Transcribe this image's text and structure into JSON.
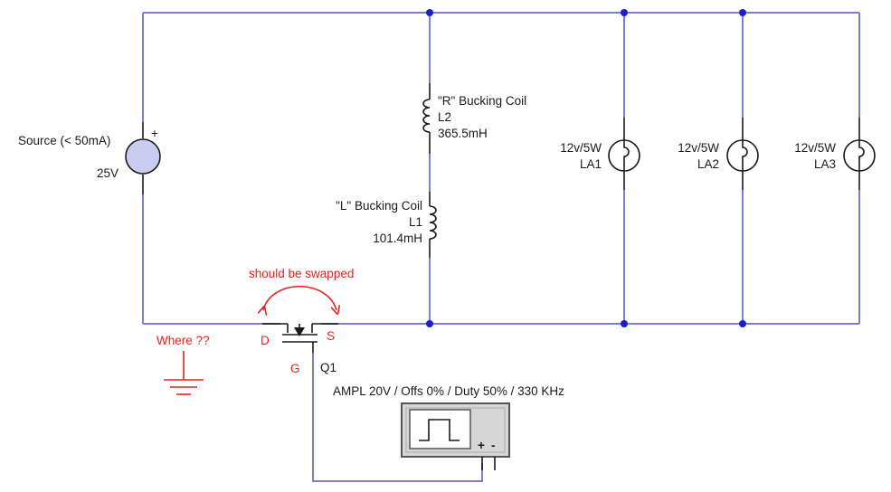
{
  "source": {
    "name": "Source (< 50mA)",
    "voltage": "25V",
    "plus": "+"
  },
  "coil_r": {
    "name": "\"R\" Bucking Coil",
    "ref": "L2",
    "value": "365.5mH"
  },
  "coil_l": {
    "name": "\"L\" Bucking Coil",
    "ref": "L1",
    "value": "101.4mH"
  },
  "lamps": [
    {
      "rating": "12v/5W",
      "ref": "LA1"
    },
    {
      "rating": "12v/5W",
      "ref": "LA2"
    },
    {
      "rating": "12v/5W",
      "ref": "LA3"
    }
  ],
  "mosfet": {
    "ref": "Q1",
    "drain": "D",
    "source": "S",
    "gate": "G"
  },
  "annotations": {
    "swap_note": "should be swapped",
    "ground_question": "Where ??"
  },
  "generator": {
    "settings": "AMPL 20V / Offs 0% / Duty 50% / 330 KHz",
    "plus": "+",
    "minus": "-"
  },
  "colors": {
    "wire": "#7b7fcf",
    "annotation": "#e8211c",
    "source_fill": "#c8cdf0",
    "node_dot": "#1a1fc8"
  }
}
